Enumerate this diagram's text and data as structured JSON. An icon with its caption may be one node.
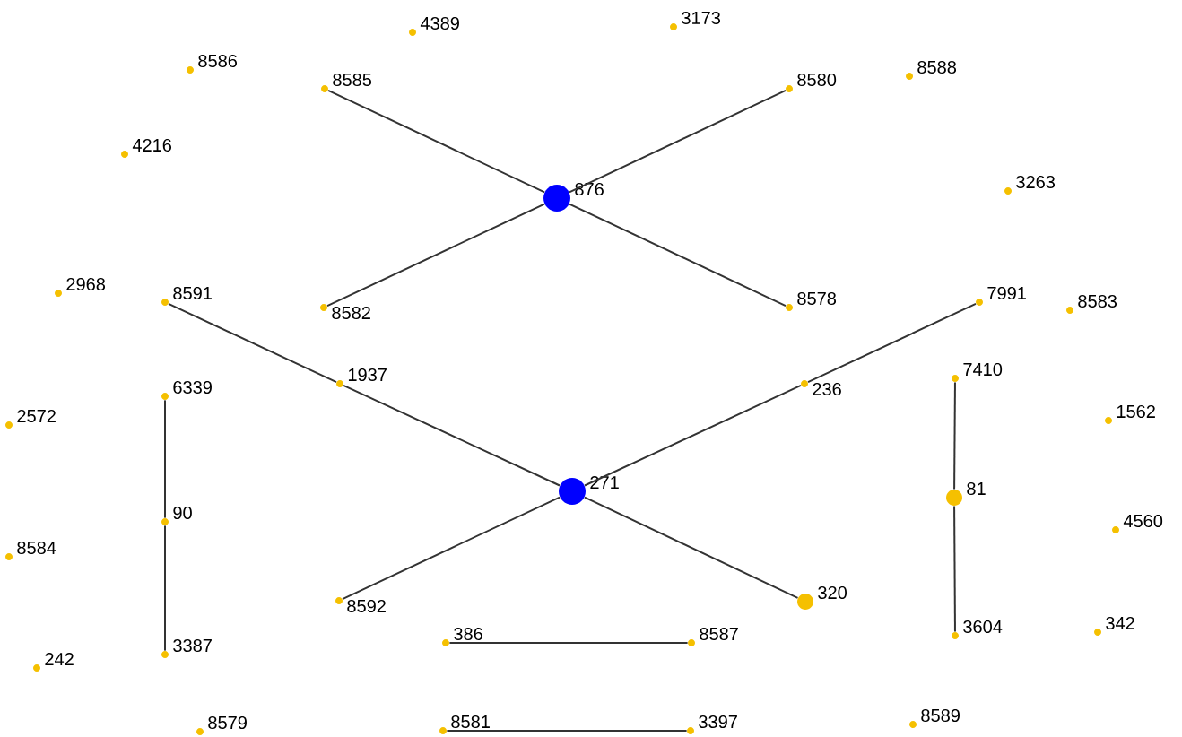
{
  "diagram": {
    "nodes": [
      {
        "text": [],
        "shape": "circle",
        "beside": [
          "4389"
        ]
      },
      {
        "text": [],
        "shape": "circle",
        "beside": [
          "3173"
        ]
      },
      {
        "text": [],
        "shape": "circle",
        "beside": [
          "8586"
        ]
      },
      {
        "text": [],
        "shape": "circle",
        "beside": [
          "8585"
        ]
      },
      {
        "text": [],
        "shape": "circle",
        "beside": [
          "8580"
        ]
      },
      {
        "text": [],
        "shape": "circle",
        "beside": [
          "8588"
        ]
      },
      {
        "text": [],
        "shape": "circle",
        "beside": [
          "4216"
        ]
      },
      {
        "text": [],
        "shape": "circle",
        "beside": [
          "876"
        ]
      },
      {
        "text": [],
        "shape": "circle",
        "beside": [
          "3263"
        ]
      },
      {
        "text": [],
        "shape": "circle",
        "beside": [
          "2968"
        ]
      },
      {
        "text": [],
        "shape": "circle",
        "beside": [
          "8591"
        ]
      },
      {
        "text": [],
        "shape": "circle",
        "beside": [
          "8582"
        ]
      },
      {
        "text": [],
        "shape": "circle",
        "beside": [
          "8578"
        ]
      },
      {
        "text": [],
        "shape": "circle",
        "beside": [
          "7991"
        ]
      },
      {
        "text": [],
        "shape": "circle",
        "beside": [
          "8583"
        ]
      },
      {
        "text": [],
        "shape": "circle",
        "beside": [
          "1937"
        ]
      },
      {
        "text": [],
        "shape": "circle",
        "beside": [
          "236"
        ]
      },
      {
        "text": [],
        "shape": "circle",
        "beside": [
          "7410"
        ]
      },
      {
        "text": [],
        "shape": "circle",
        "beside": [
          "6339"
        ]
      },
      {
        "text": [],
        "shape": "circle",
        "beside": [
          "2572"
        ]
      },
      {
        "text": [],
        "shape": "circle",
        "beside": [
          "1562"
        ]
      },
      {
        "text": [],
        "shape": "circle",
        "beside": [
          "271"
        ]
      },
      {
        "text": [],
        "shape": "circle",
        "beside": [
          "81"
        ]
      },
      {
        "text": [],
        "shape": "circle",
        "beside": [
          "90"
        ]
      },
      {
        "text": [],
        "shape": "circle",
        "beside": [
          "4560"
        ]
      },
      {
        "text": [],
        "shape": "circle",
        "beside": [
          "8584"
        ]
      },
      {
        "text": [],
        "shape": "circle",
        "beside": [
          "8592"
        ]
      },
      {
        "text": [],
        "shape": "circle",
        "beside": [
          "320"
        ]
      },
      {
        "text": [],
        "shape": "circle",
        "beside": [
          "386"
        ]
      },
      {
        "text": [],
        "shape": "circle",
        "beside": [
          "8587"
        ]
      },
      {
        "text": [],
        "shape": "circle",
        "beside": [
          "3604"
        ]
      },
      {
        "text": [],
        "shape": "circle",
        "beside": [
          "342"
        ]
      },
      {
        "text": [],
        "shape": "circle",
        "beside": [
          "3387"
        ]
      },
      {
        "text": [],
        "shape": "circle",
        "beside": [
          "242"
        ]
      },
      {
        "text": [],
        "shape": "circle",
        "beside": [
          "8579"
        ]
      },
      {
        "text": [],
        "shape": "circle",
        "beside": [
          "8581"
        ]
      },
      {
        "text": [],
        "shape": "circle",
        "beside": [
          "3397"
        ]
      },
      {
        "text": [],
        "shape": "circle",
        "beside": [
          "8589"
        ]
      }
    ],
    "edges": [
      {
        "from": 3,
        "to": 7,
        "arrow": "none"
      },
      {
        "from": 7,
        "to": 4,
        "arrow": "none"
      },
      {
        "from": 11,
        "to": 7,
        "arrow": "none"
      },
      {
        "from": 7,
        "to": 12,
        "arrow": "none"
      },
      {
        "from": 10,
        "to": 15,
        "arrow": "none"
      },
      {
        "from": 15,
        "to": 21,
        "arrow": "none"
      },
      {
        "from": 21,
        "to": 16,
        "arrow": "none"
      },
      {
        "from": 16,
        "to": 13,
        "arrow": "none"
      },
      {
        "from": 26,
        "to": 21,
        "arrow": "none"
      },
      {
        "from": 21,
        "to": 27,
        "arrow": "none"
      },
      {
        "from": 18,
        "to": 23,
        "arrow": "none"
      },
      {
        "from": 23,
        "to": 32,
        "arrow": "none"
      },
      {
        "from": 17,
        "to": 22,
        "arrow": "none"
      },
      {
        "from": 22,
        "to": 30,
        "arrow": "none"
      },
      {
        "from": 28,
        "to": 29,
        "arrow": "none"
      },
      {
        "from": 35,
        "to": 36,
        "arrow": "none"
      }
    ]
  }
}
